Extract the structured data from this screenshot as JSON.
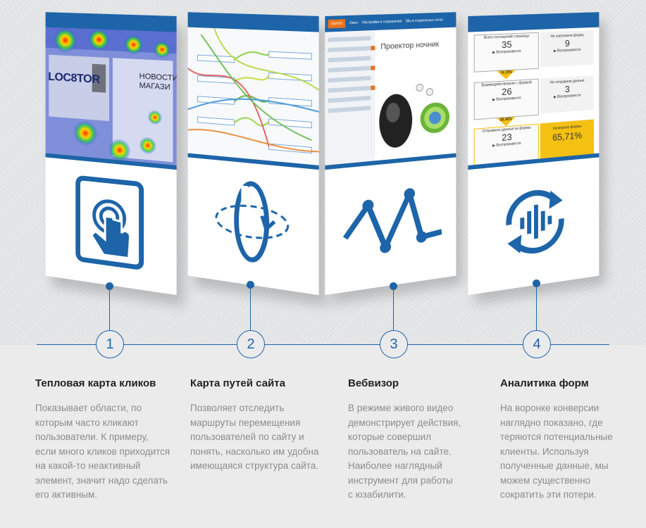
{
  "features": [
    {
      "number": "1",
      "title": "Тепловая карта кликов",
      "text": "Показывает области, по\nкоторым часто кликают\nпользователи. К примеру,\nесли много кликов приходится\nна какой-то неактивный\nэлемент, значит надо сделать\nего активным.",
      "icon": "touch-hand-icon"
    },
    {
      "number": "2",
      "title": "Карта путей сайта",
      "text": "Позволяет отследить\nмаршруты перемещения\nпользователей по сайту и\nпонять, насколько им удобна\nимеющаяся структура сайта.",
      "icon": "orbit-path-icon"
    },
    {
      "number": "3",
      "title": "Вебвизор",
      "text": "В режиме живого видео\nдемонстрирует действия,\nкоторые совершил\nпользователь на сайте.\nНаиболее наглядный\nинструмент для работы\nс юзабилити.",
      "icon": "line-graph-icon"
    },
    {
      "number": "4",
      "title": "Аналитика форм",
      "text": "На воронке конверсии\nнаглядно показано, где\nтеряются потенциальные\nклиенты. Используя\nполученные данные, мы\nможем существенно\nсократить эти потери.",
      "icon": "refresh-bars-icon"
    }
  ],
  "card1": {
    "brand": "LOC8TOR",
    "side_text": "НОВОСТИ\nМАГАЗИ"
  },
  "card3": {
    "tabs": [
      "Группа",
      "Окно",
      "Настройки и сохранения",
      "Мы в социальных сетях"
    ],
    "product_title": "Проектор ночник"
  },
  "card4": {
    "rows": [
      {
        "label": "Всего посещений страницы",
        "value": "35",
        "link": "Воспроизвести",
        "percent": "74,29%",
        "right_label": "Не заполнили форму",
        "right_value": "9",
        "right_link": "Воспроизвести"
      },
      {
        "label": "Взаимодействовали с формой",
        "value": "26",
        "link": "Воспроизвести",
        "percent": "88,46%",
        "right_label": "Не отправили данные",
        "right_value": "3",
        "right_link": "Воспроизвести"
      },
      {
        "label": "Отправили данные из формы",
        "value": "23",
        "link": "Воспроизвести",
        "right_label": "Конверсия формы",
        "right_value": "65,71%"
      }
    ]
  },
  "colors": {
    "accent": "#1d64a8",
    "yellow": "#f4c012"
  }
}
